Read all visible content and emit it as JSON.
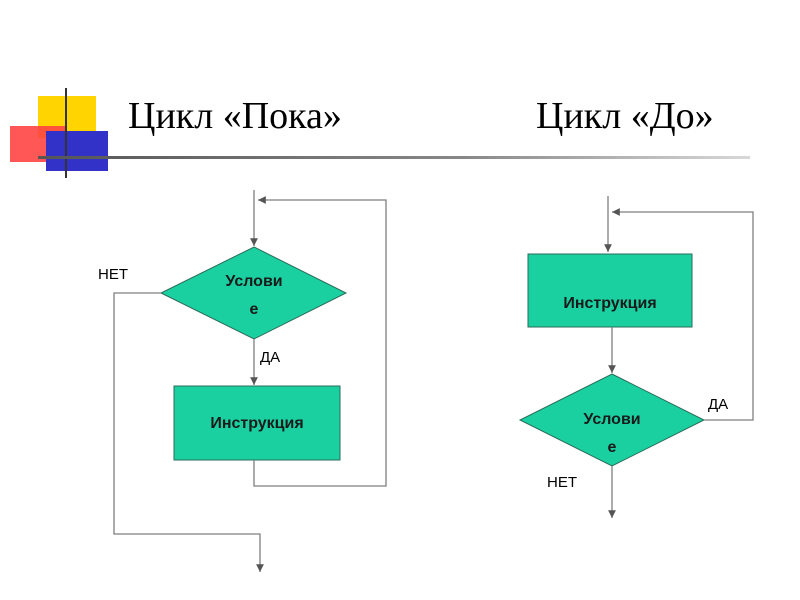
{
  "slide": {
    "title_left": "Цикл «Пока»",
    "title_right": "Цикл «До»"
  },
  "colors": {
    "node_fill": "#1ad0a0",
    "node_stroke": "#2a6b57",
    "line": "#7f7f7f",
    "deco_yellow": "#ffd400",
    "deco_red": "#ff3b3b",
    "deco_blue": "#3030c8"
  },
  "while_loop": {
    "condition_line1": "Услови",
    "condition_line2": "е",
    "instruction": "Инструкция",
    "yes_label": "ДА",
    "no_label": "НЕТ"
  },
  "do_loop": {
    "condition_line1": "Услови",
    "condition_line2": "е",
    "instruction": "Инструкция",
    "yes_label": "ДА",
    "no_label": "НЕТ"
  }
}
